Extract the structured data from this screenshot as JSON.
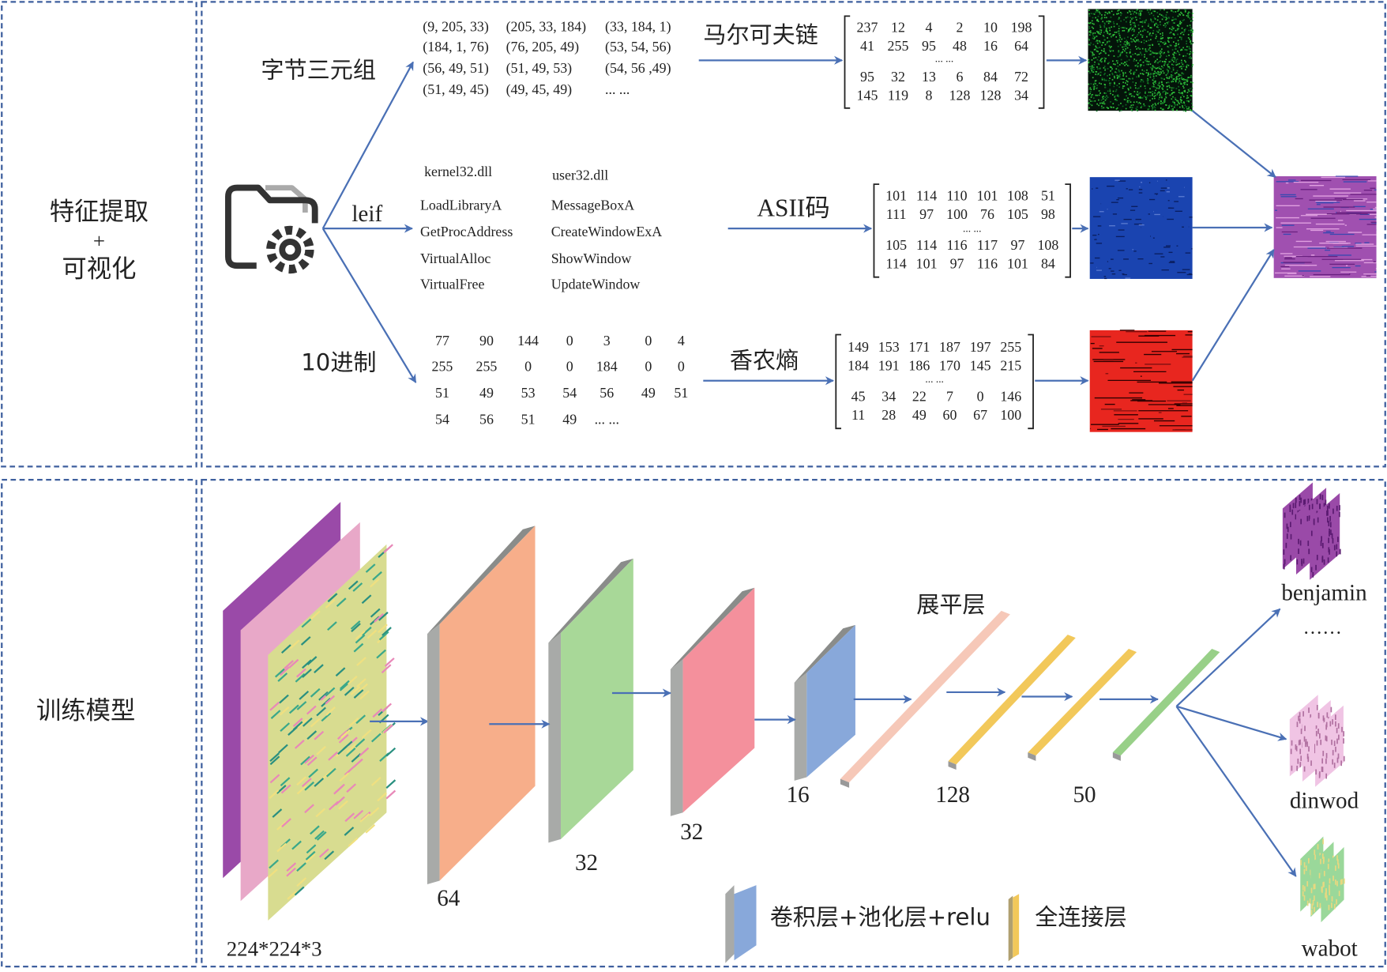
{
  "feature_section": {
    "label_line1": "特征提取",
    "label_plus": "+",
    "label_line2": "可视化",
    "branches": {
      "trigram_label": "字节三元组",
      "leif_label": "leif",
      "decimal_label": "10进制"
    },
    "trigrams": [
      [
        "(9, 205, 33)",
        "(205, 33, 184)",
        "(33, 184, 1)"
      ],
      [
        "(184, 1, 76)",
        "(76, 205, 49)",
        "(53, 54, 56)"
      ],
      [
        "(56, 49, 51)",
        "(51, 49, 53)",
        "(54, 56 ,49)"
      ],
      [
        "(51, 49, 45)",
        "(49, 45, 49)",
        "... ..."
      ]
    ],
    "markov": {
      "label": "马尔可夫链",
      "matrix": [
        [
          "237",
          "12",
          "4",
          "2",
          "10",
          "198"
        ],
        [
          "41",
          "255",
          "95",
          "48",
          "16",
          "64"
        ],
        [
          "95",
          "32",
          "13",
          "6",
          "84",
          "72"
        ],
        [
          "145",
          "119",
          "8",
          "128",
          "128",
          "34"
        ]
      ],
      "ellipsis": "... ...",
      "image_color": "#0f7a2a"
    },
    "dll": {
      "kernel_title": "kernel32.dll",
      "user_title": "user32.dll",
      "kernel_funcs": [
        "LoadLibraryA",
        "GetProcAddress",
        "VirtualAlloc",
        "VirtualFree"
      ],
      "user_funcs": [
        "MessageBoxA",
        "CreateWindowExA",
        "ShowWindow",
        "UpdateWindow"
      ]
    },
    "ascii": {
      "label": "ASII码",
      "matrix": [
        [
          "101",
          "114",
          "110",
          "101",
          "108",
          "51"
        ],
        [
          "111",
          "97",
          "100",
          "76",
          "105",
          "98"
        ],
        [
          "105",
          "114",
          "116",
          "117",
          "97",
          "108"
        ],
        [
          "114",
          "101",
          "97",
          "116",
          "101",
          "84"
        ]
      ],
      "ellipsis": "... ...",
      "image_color": "#1a44b0"
    },
    "decimal": [
      [
        "77",
        "90",
        "144",
        "0",
        "3",
        "0",
        "4"
      ],
      [
        "255",
        "255",
        "0",
        "0",
        "184",
        "0",
        "0"
      ],
      [
        "51",
        "49",
        "53",
        "54",
        "56",
        "49",
        "51"
      ],
      [
        "54",
        "56",
        "51",
        "49",
        "... ...",
        "",
        ""
      ]
    ],
    "shannon": {
      "label": "香农熵",
      "matrix": [
        [
          "149",
          "153",
          "171",
          "187",
          "197",
          "255"
        ],
        [
          "184",
          "191",
          "186",
          "170",
          "145",
          "215"
        ],
        [
          "45",
          "34",
          "22",
          "7",
          "0",
          "146"
        ],
        [
          "11",
          "28",
          "49",
          "60",
          "67",
          "100"
        ]
      ],
      "ellipsis": "... ...",
      "image_color": "#e8261f"
    },
    "fused_image_color": "#a050b0"
  },
  "training_section": {
    "label": "训练模型",
    "input_label": "224*224*3",
    "conv_labels": [
      "64",
      "32",
      "32",
      "16"
    ],
    "flatten_label": "展平层",
    "fc_labels": [
      "128",
      "50"
    ],
    "outputs": [
      "benjamin",
      "dinwod",
      "wabot"
    ],
    "output_ellipsis": "……",
    "legend": {
      "conv": "卷积层+池化层+relu",
      "fc": "全连接层"
    },
    "colors": {
      "conv1": "#f7ae8a",
      "conv2": "#a8d898",
      "conv3": "#f4909c",
      "conv4": "#88a8da",
      "side": "#a8aaa8",
      "flatten": "#f6c8b8",
      "fc": "#f2c85a",
      "out": "#98d088"
    }
  }
}
